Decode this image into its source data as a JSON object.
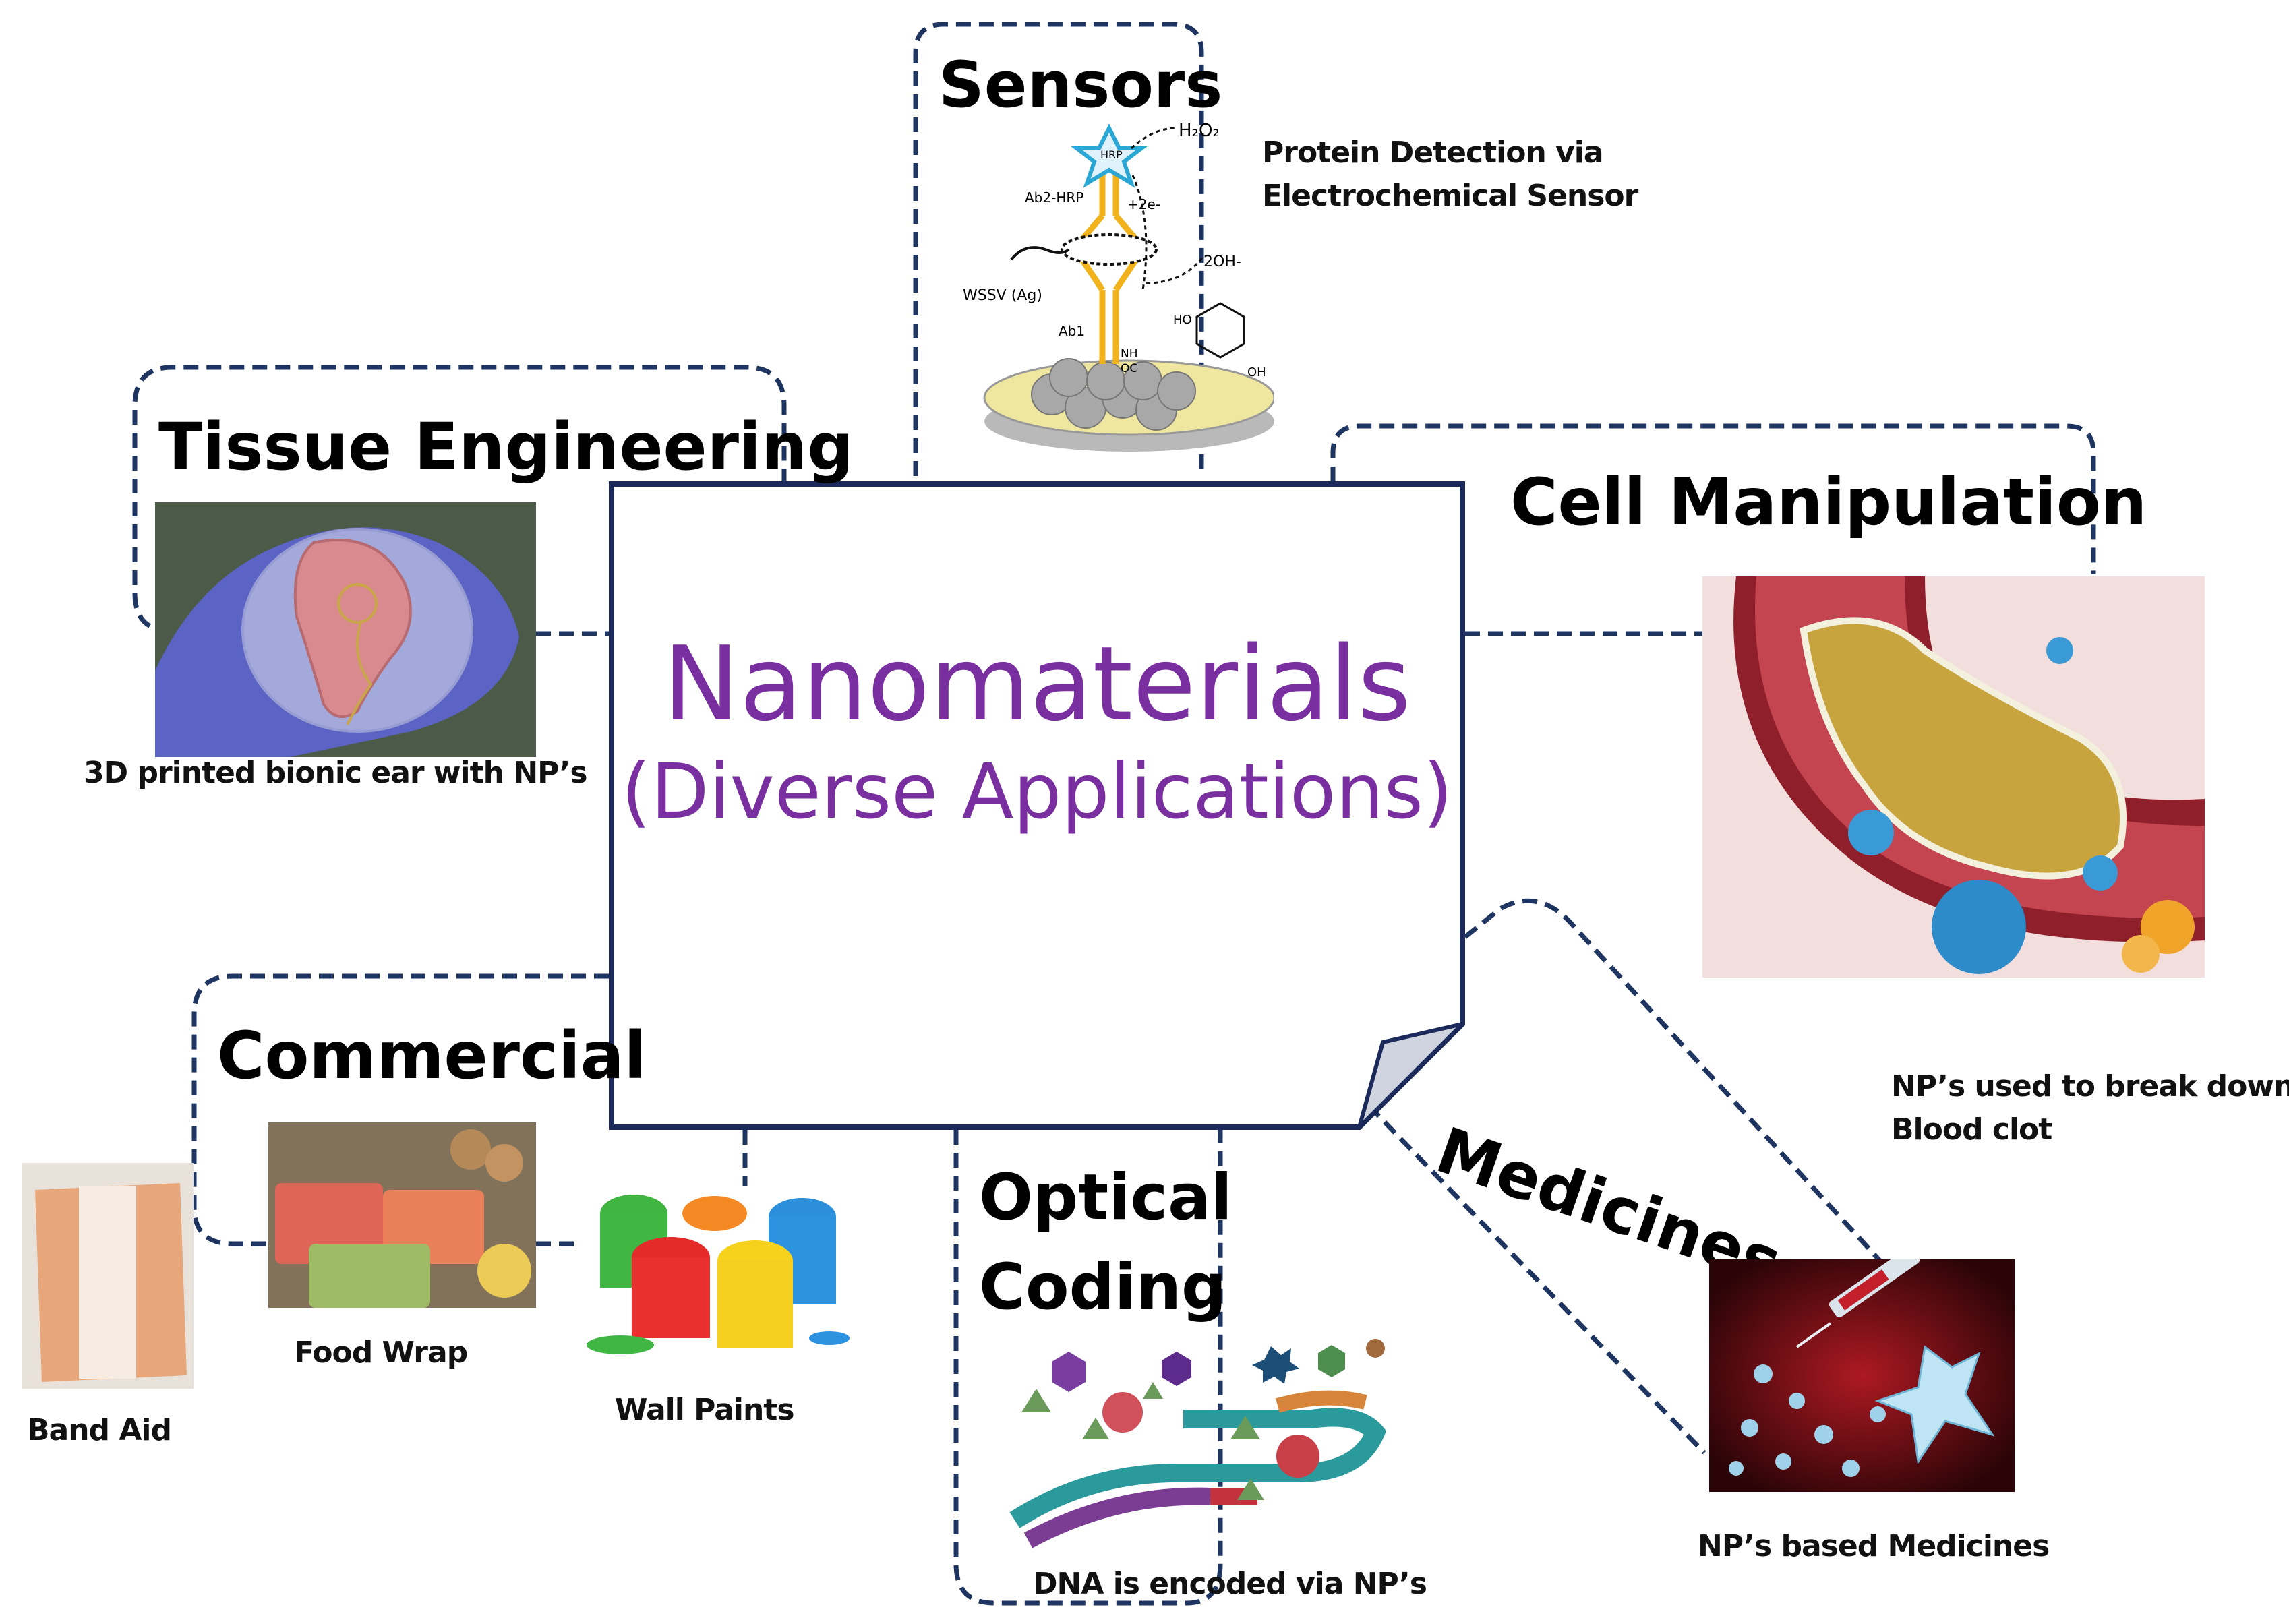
{
  "center": {
    "title": "Nanomaterials",
    "subtitle": "(Diverse Applications)"
  },
  "categories": {
    "sensors": "Sensors",
    "tissue_engineering": "Tissue Engineering",
    "cell_manipulation": "Cell Manipulation",
    "commercial": "Commercial",
    "optical_coding": {
      "line1": "Optical",
      "line2": "Coding"
    },
    "medicines": "Medicines"
  },
  "captions": {
    "sensor": {
      "line1": "Protein Detection via",
      "line2": "Electrochemical Sensor"
    },
    "bionic_ear": "3D printed bionic ear with NP’s",
    "blood_clot": {
      "line1": "NP’s used to break down",
      "line2": "Blood clot"
    },
    "band_aid": "Band Aid",
    "food_wrap": "Food Wrap",
    "wall_paints": "Wall Paints",
    "dna": "DNA is encoded via NP’s",
    "np_medicines": "NP’s based Medicines"
  },
  "sensor_schematic": {
    "hrp": "HRP",
    "h2o2": "H₂O₂",
    "ab2_hrp": "Ab2-HRP",
    "electrons": "+2e-",
    "hydroxide": "2OH-",
    "antigen": "WSSV (Ag)",
    "ab1": "Ab1",
    "ho": "HO",
    "oh": "OH",
    "nh": "NH",
    "oc": "OC"
  },
  "colors": {
    "dash_border": "#1f3561",
    "center_text": "#7a2fa0",
    "center_border": "#1b2a5a"
  }
}
